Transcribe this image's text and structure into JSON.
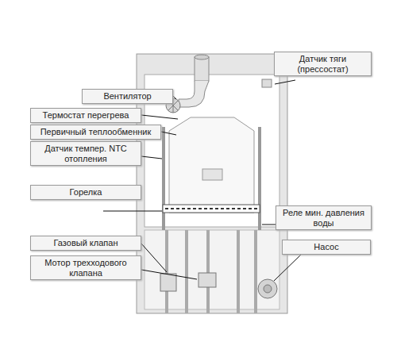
{
  "diagram": {
    "nodes": [
      {
        "text": [
          "Датчик тяги (прессостат)"
        ]
      },
      {
        "text": [
          "Вентилятор"
        ]
      },
      {
        "text": [
          "Термостат перегрева"
        ]
      },
      {
        "text": [
          "Первичный теплообменник"
        ]
      },
      {
        "text": [
          "Датчик темпер. NTC отопления"
        ]
      },
      {
        "text": [
          "Горелка"
        ]
      },
      {
        "text": [
          "Реле мин. давления воды"
        ]
      },
      {
        "text": [
          "Газовый клапан"
        ]
      },
      {
        "text": [
          "Насос"
        ]
      },
      {
        "text": [
          "Мотор трехходового клапана"
        ]
      }
    ]
  }
}
